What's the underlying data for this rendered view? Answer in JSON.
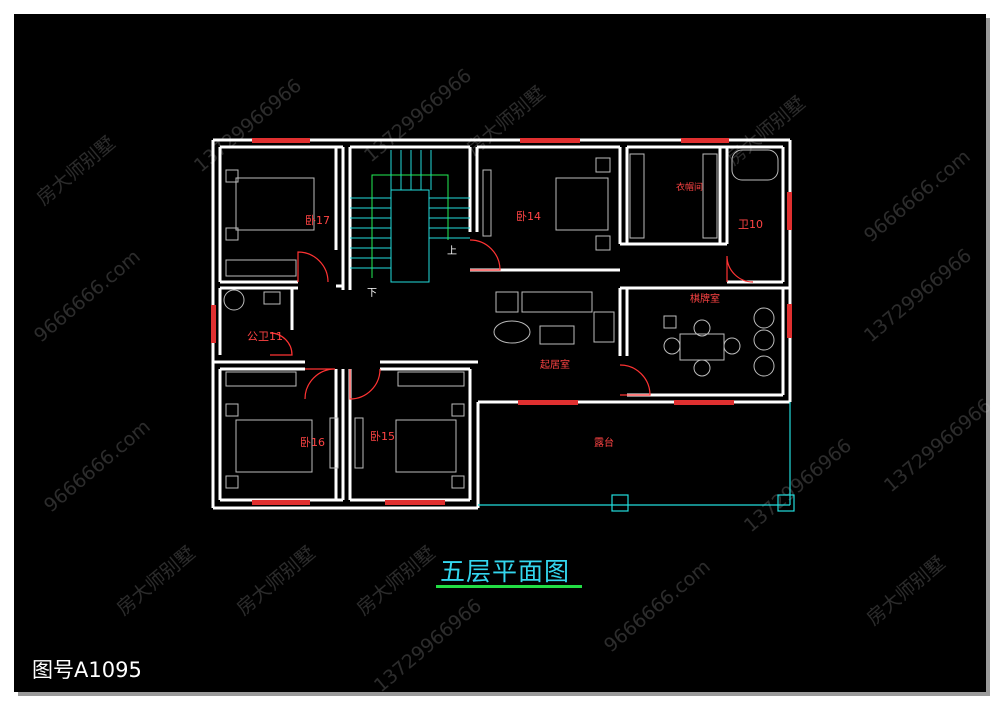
{
  "title": "五层平面图",
  "figure_no": "图号A1095",
  "watermarks": [
    "房大师别墅",
    "13729966966",
    "9666666.com"
  ],
  "rooms": {
    "bed17": "卧17",
    "bed14": "卧14",
    "cloakroom": "衣帽间",
    "bath10": "卫10",
    "pub_bath11": "公卫11",
    "mahjong": "棋牌室",
    "living": "起居室",
    "bed16": "卧16",
    "bed15": "卧15",
    "terrace": "露台"
  },
  "stair_up": "上",
  "stair_down": "下",
  "colors": {
    "background": "#000000",
    "wall": "#ffffff",
    "window": "#e03030",
    "door": "#ff3333",
    "stair": "#22dddd",
    "title": "#33d6ee",
    "title_underline": "#22dd44",
    "room_label": "#ff4444"
  }
}
